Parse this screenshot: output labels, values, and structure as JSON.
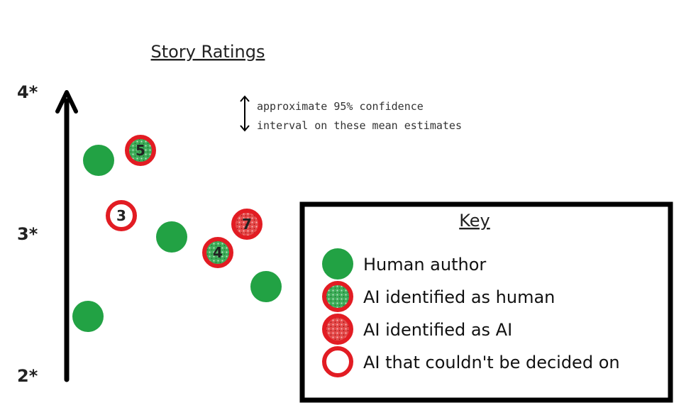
{
  "chart_data": {
    "type": "scatter",
    "title": "Story Ratings",
    "yticks": [
      {
        "value": 2,
        "label": "2*"
      },
      {
        "value": 3,
        "label": "3*"
      },
      {
        "value": 4,
        "label": "4*"
      }
    ],
    "ylim": [
      2,
      4
    ],
    "grid": false,
    "annotation": {
      "line1": "approximate 95% confidence",
      "line2": "interval on these mean estimates",
      "interval_half_width": 0.12
    },
    "legend": {
      "title": "Key",
      "placement": "bottom-right",
      "entries": [
        {
          "category": "human",
          "label": "Human author"
        },
        {
          "category": "ai_human",
          "label": "AI identified as human"
        },
        {
          "category": "ai_ai",
          "label": "AI identified as AI"
        },
        {
          "category": "ai_undecided",
          "label": "AI that couldn't be decided on"
        }
      ]
    },
    "colors": {
      "human": "#22a244",
      "ai_ring": "#e21c23",
      "ai_human_fill": "#3fae5a",
      "ai_ai_fill": "#e44a4a",
      "undecided_fill": "#ffffff",
      "axis": "#000000"
    },
    "x_order_note": "points in left-to-right order",
    "points": [
      {
        "x": 1,
        "y": 2.42,
        "category": "human",
        "label": ""
      },
      {
        "x": 2,
        "y": 3.52,
        "category": "human",
        "label": ""
      },
      {
        "x": 3,
        "y": 3.13,
        "category": "ai_undecided",
        "label": "3"
      },
      {
        "x": 4,
        "y": 3.59,
        "category": "ai_human",
        "label": "5"
      },
      {
        "x": 5,
        "y": 2.98,
        "category": "human",
        "label": ""
      },
      {
        "x": 6,
        "y": 2.87,
        "category": "ai_human",
        "label": "4"
      },
      {
        "x": 7,
        "y": 3.07,
        "category": "ai_ai",
        "label": "7"
      },
      {
        "x": 8,
        "y": 2.63,
        "category": "human",
        "label": ""
      }
    ]
  }
}
